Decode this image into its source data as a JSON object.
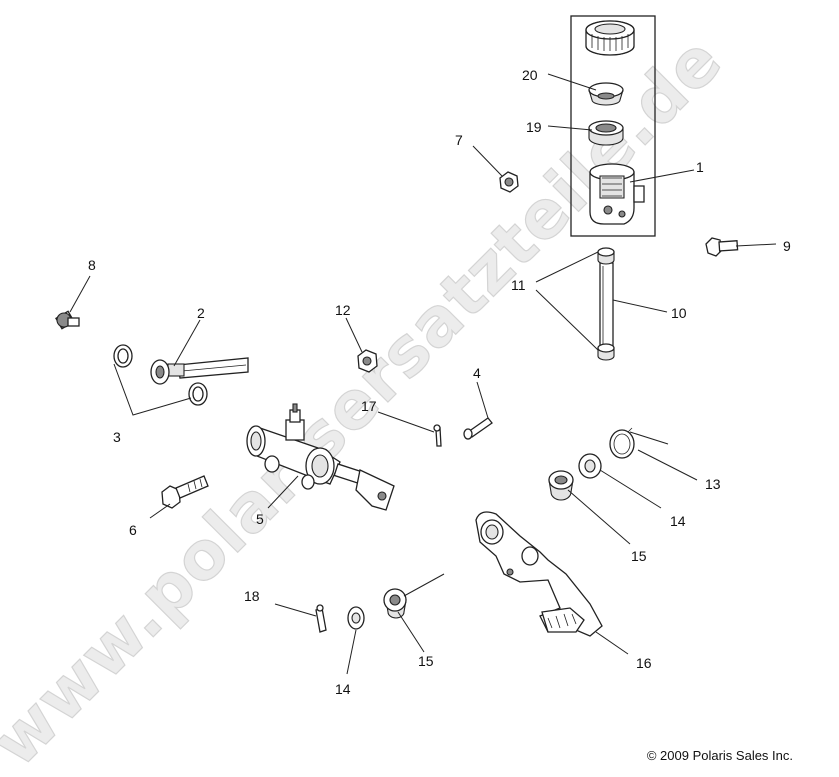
{
  "watermark": "www.polarisersatzteile.de",
  "copyright": "© 2009 Polaris Sales Inc.",
  "callouts": {
    "c1": "1",
    "c2": "2",
    "c3": "3",
    "c4": "4",
    "c5": "5",
    "c6": "6",
    "c7": "7",
    "c8": "8",
    "c9": "9",
    "c10": "10",
    "c11": "11",
    "c12": "12",
    "c13": "13",
    "c14a": "14",
    "c14b": "14",
    "c15a": "15",
    "c15b": "15",
    "c16": "16",
    "c17": "17",
    "c18": "18",
    "c19": "19",
    "c20": "20"
  },
  "parts": [
    {
      "callout": "1",
      "icon": "reservoir-icon"
    },
    {
      "callout": "2",
      "icon": "brake-line-icon"
    },
    {
      "callout": "3",
      "icon": "crush-washer-icon"
    },
    {
      "callout": "4",
      "icon": "clevis-pin-icon"
    },
    {
      "callout": "5",
      "icon": "master-cylinder-icon"
    },
    {
      "callout": "6",
      "icon": "bolt-icon"
    },
    {
      "callout": "7",
      "icon": "nut-icon"
    },
    {
      "callout": "8",
      "icon": "bleeder-screw-icon"
    },
    {
      "callout": "9",
      "icon": "bolt-icon"
    },
    {
      "callout": "10",
      "icon": "hose-icon"
    },
    {
      "callout": "11",
      "icon": "hose-clamp-icon"
    },
    {
      "callout": "12",
      "icon": "nut-icon"
    },
    {
      "callout": "13",
      "icon": "retaining-ring-icon"
    },
    {
      "callout": "14",
      "icon": "washer-icon"
    },
    {
      "callout": "15",
      "icon": "bushing-icon"
    },
    {
      "callout": "16",
      "icon": "brake-pedal-icon"
    },
    {
      "callout": "17",
      "icon": "cotter-pin-icon"
    },
    {
      "callout": "18",
      "icon": "cotter-pin-icon"
    },
    {
      "callout": "19",
      "icon": "diaphragm-icon"
    },
    {
      "callout": "20",
      "icon": "diaphragm-plate-icon"
    }
  ]
}
